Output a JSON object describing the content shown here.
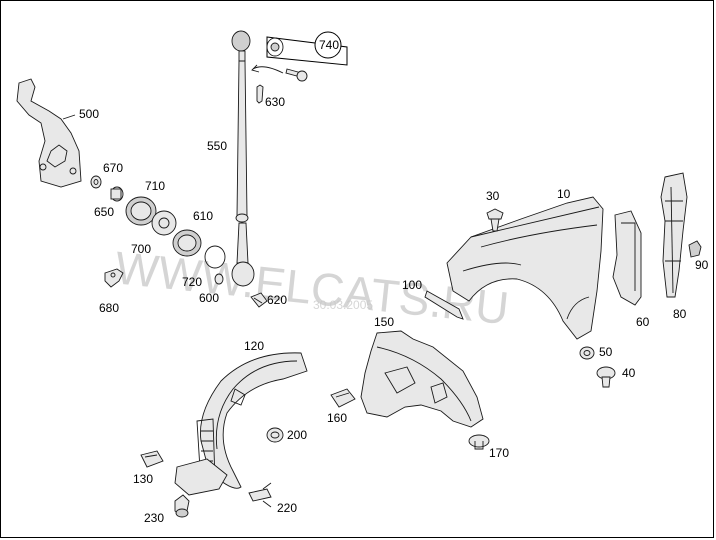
{
  "watermark": {
    "site": "WWW.ELCATS.RU",
    "date": "30.03.2005"
  },
  "labels": {
    "p10": "10",
    "p30": "30",
    "p40": "40",
    "p50": "50",
    "p60": "60",
    "p80": "80",
    "p90": "90",
    "p100": "100",
    "p120": "120",
    "p130": "130",
    "p150": "150",
    "p160": "160",
    "p170": "170",
    "p200": "200",
    "p220": "220",
    "p230": "230",
    "p500": "500",
    "p550": "550",
    "p600": "600",
    "p610": "610",
    "p620": "620",
    "p630": "630",
    "p650": "650",
    "p670": "670",
    "p680": "680",
    "p700": "700",
    "p710": "710",
    "p720": "720",
    "p740": "740"
  }
}
